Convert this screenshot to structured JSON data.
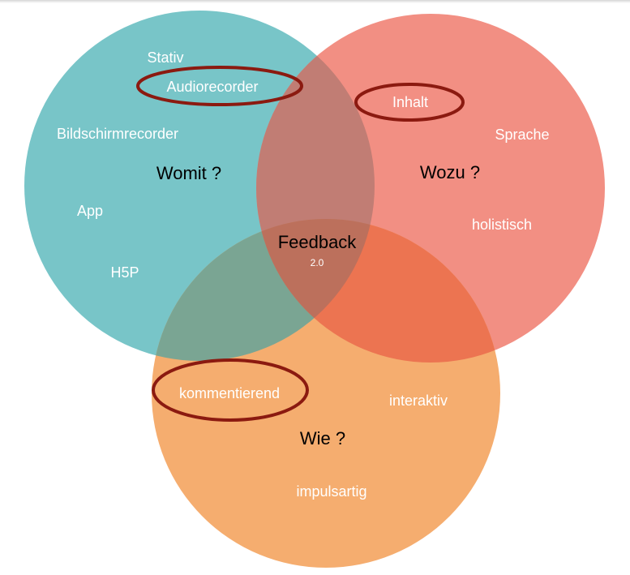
{
  "colors": {
    "womit": "#78C5C8",
    "wozu": "#F28F83",
    "wie": "#F5AD6F",
    "highlight": "#8B1A10"
  },
  "center": {
    "title": "Feedback",
    "subtitle": "2.0"
  },
  "womit": {
    "heading": "Womit ?",
    "items": [
      "Stativ",
      "Audiorecorder",
      "Bildschirmrecorder",
      "App",
      "H5P"
    ]
  },
  "wozu": {
    "heading": "Wozu ?",
    "items": [
      "Inhalt",
      "Sprache",
      "holistisch"
    ]
  },
  "wie": {
    "heading": "Wie ?",
    "items": [
      "kommentierend",
      "interaktiv",
      "impulsartig"
    ]
  }
}
